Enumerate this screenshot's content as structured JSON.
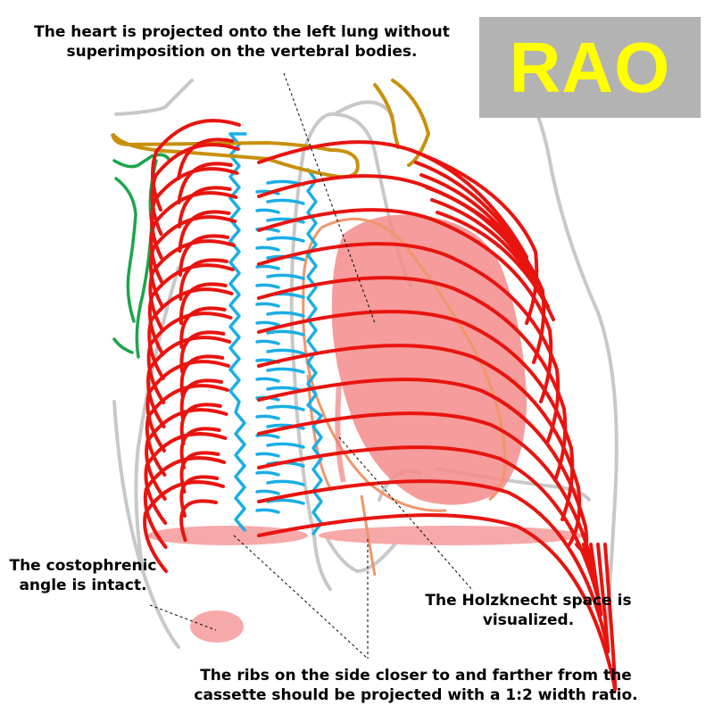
{
  "badge": {
    "text": "RAO",
    "text_color": "#ffff00",
    "background": "#b3b3b3"
  },
  "annotations": {
    "heart": "The heart is projected onto the left lung without\nsuperimposition on the vertebral bodies.",
    "costophrenic": "The costophrenic\nangle is intact.",
    "holzknecht": "The Holzknecht space is\nvisualized.",
    "ribs": "The ribs on the side closer to and farther from the\ncassette should be projected with a 1:2 width ratio."
  },
  "colors": {
    "ribs": "#e8140f",
    "vertebrae": "#1aaee6",
    "clavicle": "#c8900c",
    "scapula": "#1aa64a",
    "heart_fill": "#f48b8b",
    "heart_outline": "#f0966a",
    "body_outline": "#c8c8c8",
    "highlight": "#f7a8a8",
    "leader_line": "#000000"
  }
}
